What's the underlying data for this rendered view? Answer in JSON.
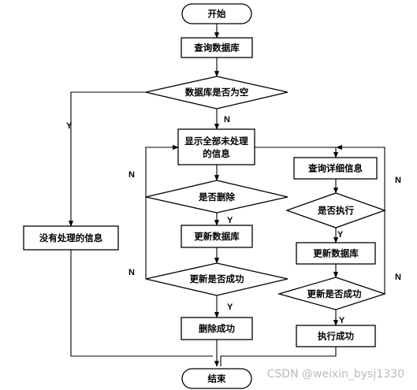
{
  "flowchart": {
    "nodes": {
      "start": "开始",
      "query_db": "查询数据库",
      "db_empty_decision": "数据库是否为空",
      "show_all_unprocessed": "显示全部未处理的信息",
      "show_all_unprocessed_line1": "显示全部未处理",
      "show_all_unprocessed_line2": "的信息",
      "no_info": "没有处理的信息",
      "delete_decision": "是否删除",
      "update_db_left": "更新数据库",
      "update_success_left": "更新是否成功",
      "delete_success": "删除成功",
      "query_detail": "查询详细信息",
      "execute_decision": "是否执行",
      "update_db_right": "更新数据库",
      "update_success_right": "更新是否成功",
      "execute_success": "执行成功",
      "end": "结束"
    },
    "branch_labels": {
      "yes": "Y",
      "no": "N"
    }
  },
  "watermark": "CSDN @weixin_bysj1330",
  "colors": {
    "line": "#000000",
    "fill": "#ffffff",
    "watermark": "#bbbbbb"
  }
}
